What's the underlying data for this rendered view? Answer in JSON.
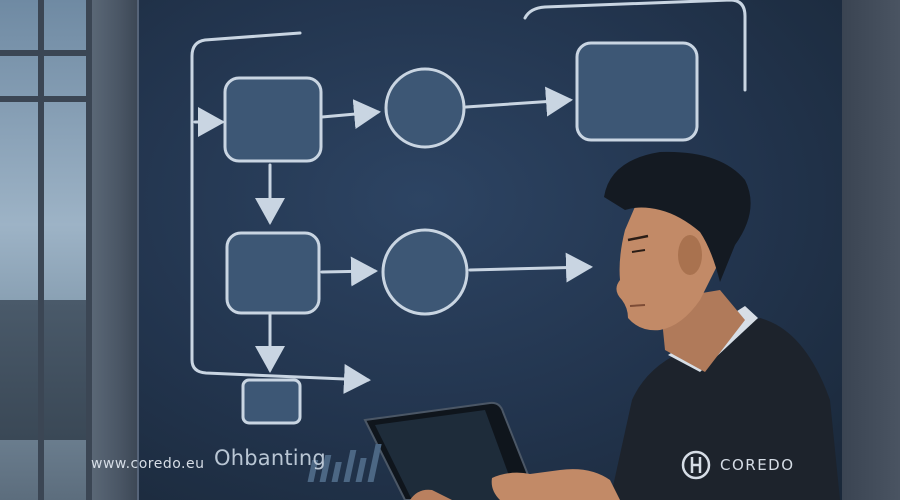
{
  "caption": "Ohbanting",
  "watermark": {
    "url": "www.coredo.eu",
    "brand": "COREDO"
  },
  "colors": {
    "board": "#22344d",
    "node_fill": "#3d5775",
    "line": "#c9d5e2",
    "suit": "#1d232c"
  }
}
